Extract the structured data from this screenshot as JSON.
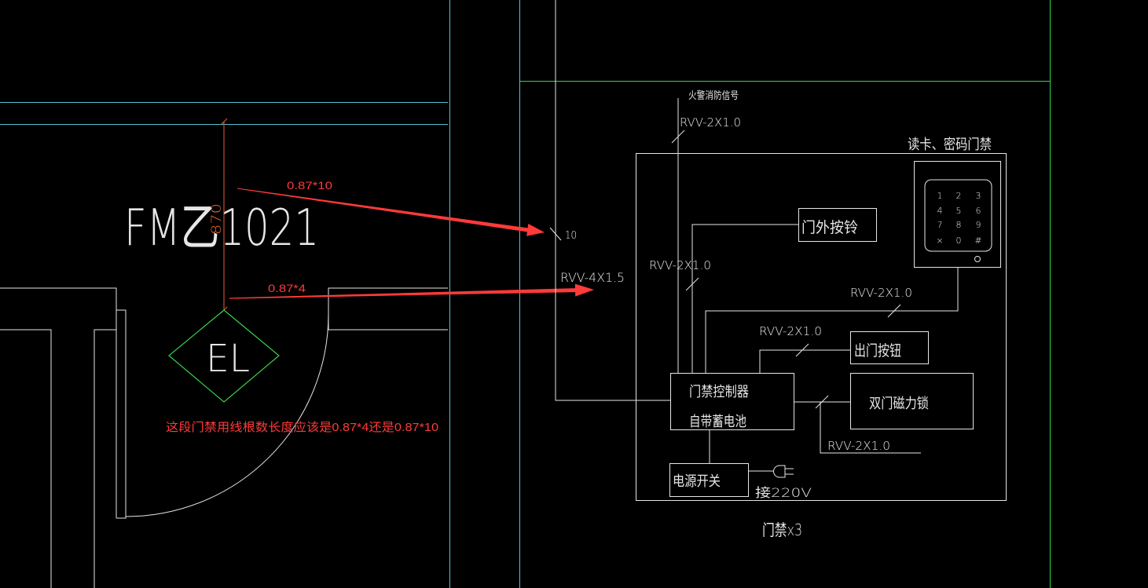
{
  "palette": {
    "background": "#000000",
    "line": "#e6e6e6",
    "axis_cyan": "#52c4cf",
    "axis_green": "#38d048",
    "dimension": "#e8622a",
    "annotation": "#ff3a3a"
  },
  "door_plan": {
    "door_tag": "FM乙1021",
    "dimension_text": "870",
    "device_tag": "EL"
  },
  "annotations": {
    "arrow_top_label": "0.87*10",
    "arrow_bottom_label": "0.87*4",
    "question": "这段门禁用线根数长度应该是0.87*4还是0.87*10"
  },
  "riser": {
    "wire_count": "10",
    "cable": "RVV-4X1.5"
  },
  "schematic": {
    "fire_signal": {
      "label": "火警消防信号",
      "cable": "RVV-2X1.0"
    },
    "card_reader": {
      "title": "读卡、密码门禁",
      "keypad": [
        [
          "1",
          "2",
          "3"
        ],
        [
          "4",
          "5",
          "6"
        ],
        [
          "7",
          "8",
          "9"
        ],
        [
          "×",
          "0",
          "#"
        ]
      ],
      "cable": "RVV-2X1.0"
    },
    "doorbell": {
      "label": "门外按铃",
      "cable": "RVV-2X1.0"
    },
    "exit_button": {
      "label": "出门按钮",
      "cable": "RVV-2X1.0"
    },
    "controller": {
      "line1": "门禁控制器",
      "line2": "自带蓄电池"
    },
    "magnetic_lock": {
      "label": "双门磁力锁",
      "cable": "RVV-2X1.0"
    },
    "power_switch": {
      "label": "电源开关",
      "supply": "接220V"
    },
    "caption": "门禁x3"
  }
}
